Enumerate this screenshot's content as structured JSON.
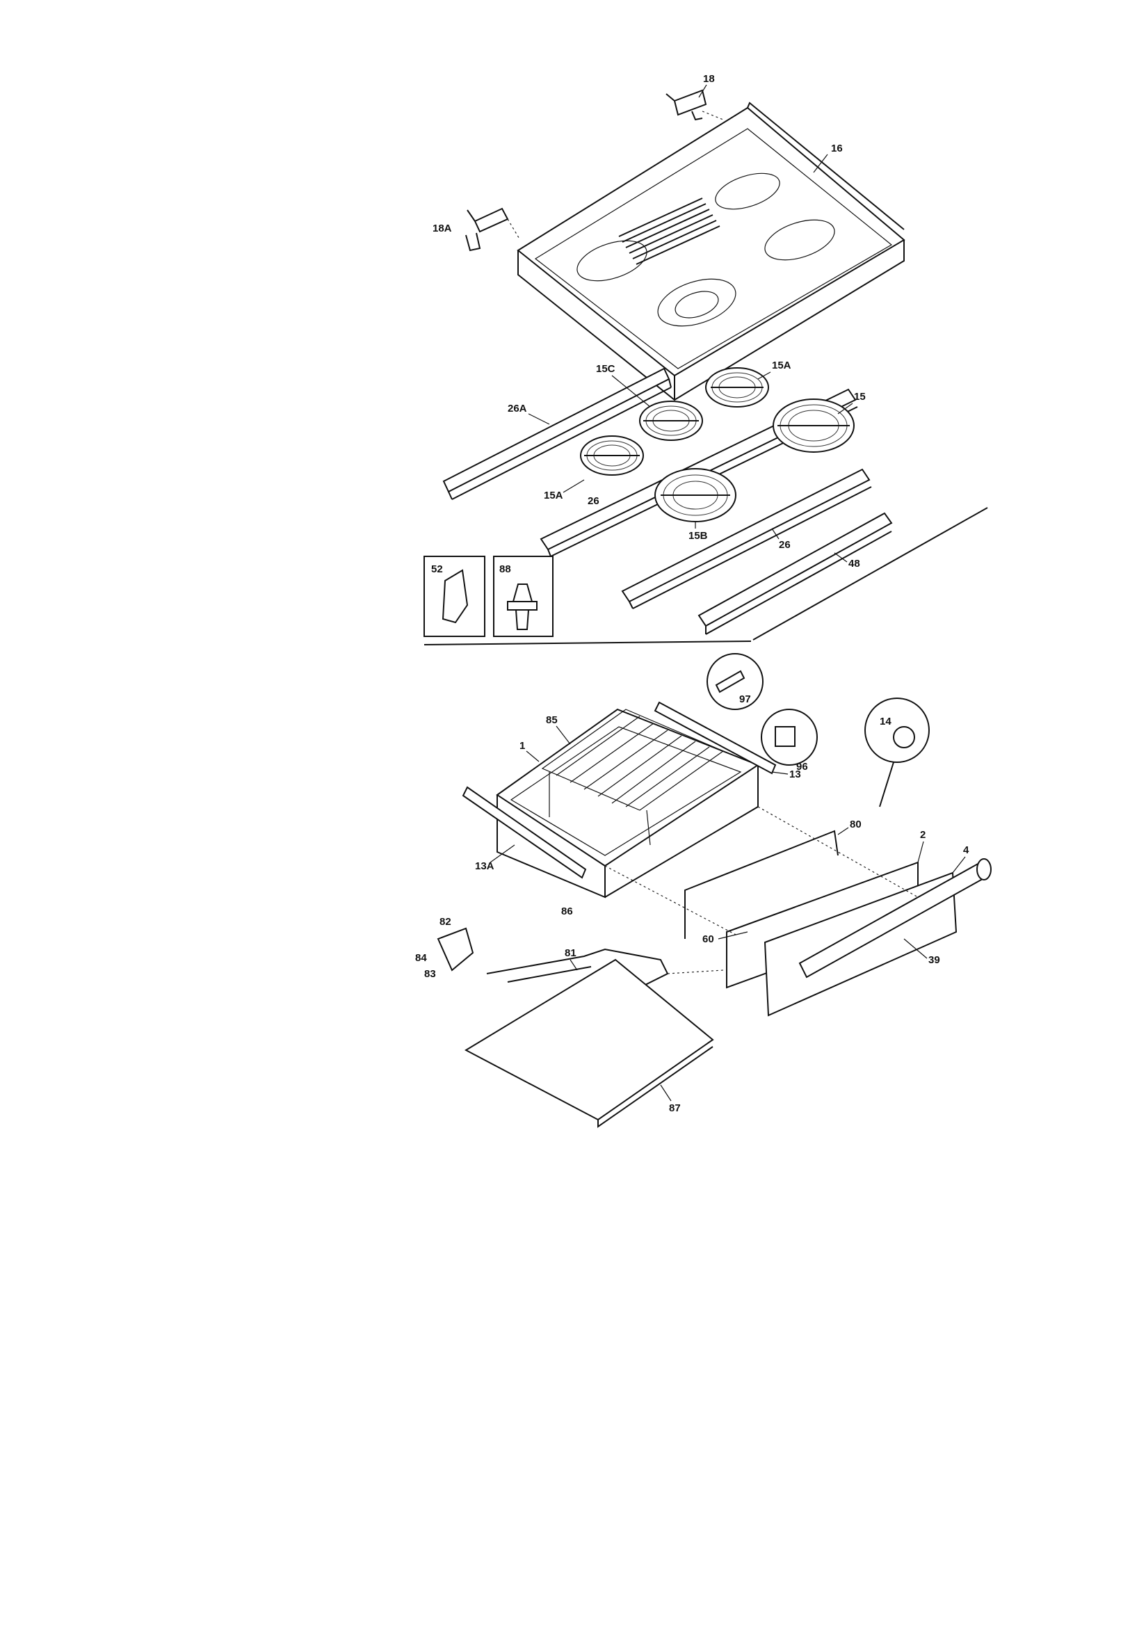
{
  "callouts": {
    "p18": "18",
    "p16": "16",
    "p18A": "18A",
    "p15C": "15C",
    "p15A_top": "15A",
    "p15": "15",
    "p26A": "26A",
    "p15A_left": "15A",
    "p26_left": "26",
    "p15B": "15B",
    "p26_right": "26",
    "p48": "48",
    "p52": "52",
    "p88": "88",
    "p97": "97",
    "p85": "85",
    "p96": "96",
    "p1": "1",
    "p13": "13",
    "p14": "14",
    "p80": "80",
    "p2": "2",
    "p4": "4",
    "p13A": "13A",
    "p86": "86",
    "p82": "82",
    "p60": "60",
    "p39": "39",
    "p84": "84",
    "p81": "81",
    "p83": "83",
    "p87": "87"
  }
}
